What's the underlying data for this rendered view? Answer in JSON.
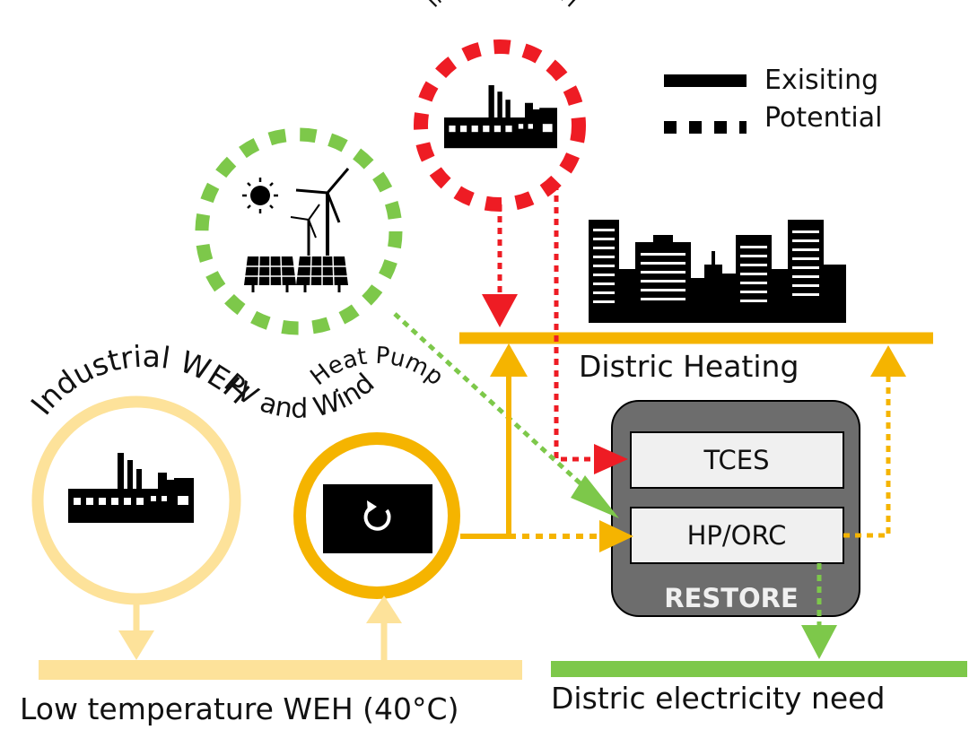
{
  "legend": {
    "existing": "Exisiting",
    "potential": "Potential"
  },
  "nodes": {
    "industrial_weh_top": "Industrial WEH",
    "pv_wind": "PV and Wind",
    "industrial_weh_left": "Industrial WEH",
    "heat_pump": "Heat Pump",
    "district_heating": "Distric Heating",
    "tces": "TCES",
    "hp_orc": "HP/ORC",
    "restore": "RESTORE",
    "low_temp_weh": "Low temperature  WEH (40°C)",
    "electricity_need": "Distric electricity need"
  },
  "colors": {
    "red": "#ee1c24",
    "green": "#7dc84a",
    "orange": "#f5b400",
    "light_orange": "#fde29a",
    "dark": "#000000",
    "restore_box": "#6d6d6d",
    "inner_box": "#f0f0f0"
  },
  "icons": {
    "factory": "factory-icon",
    "sun": "sun-icon",
    "wind_turbine": "wind-turbine-icon",
    "solar_panel": "solar-panel-icon",
    "city": "city-skyline-icon",
    "cycle": "cycle-arrow-icon"
  }
}
